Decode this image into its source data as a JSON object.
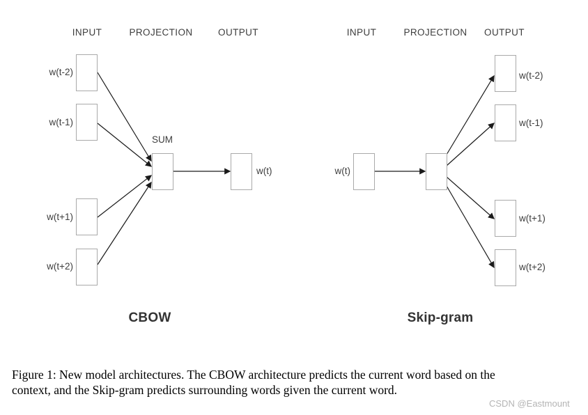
{
  "figure": {
    "cbow": {
      "headers": {
        "input": "INPUT",
        "projection": "PROJECTION",
        "output": "OUTPUT"
      },
      "input_labels": [
        "w(t-2)",
        "w(t-1)",
        "w(t+1)",
        "w(t+2)"
      ],
      "sum_label": "SUM",
      "output_label": "w(t)",
      "title": "CBOW"
    },
    "skipgram": {
      "headers": {
        "input": "INPUT",
        "projection": "PROJECTION",
        "output": "OUTPUT"
      },
      "input_label": "w(t)",
      "output_labels": [
        "w(t-2)",
        "w(t-1)",
        "w(t+1)",
        "w(t+2)"
      ],
      "title": "Skip-gram"
    },
    "caption": {
      "lines": [
        "Figure 1: New model architectures. The CBOW architecture predicts the current word based on the",
        "context, and the Skip-gram predicts surrounding words given the current word."
      ]
    },
    "watermark": "CSDN @Eastmount"
  },
  "colors": {
    "background": "#ffffff",
    "box_border": "#a9a9a9",
    "diagram_text": "#3d3d3d",
    "arrow": "#1a1a1a",
    "title_text": "#333333",
    "caption_text": "#000000",
    "watermark_text": "#b4b4b4"
  }
}
